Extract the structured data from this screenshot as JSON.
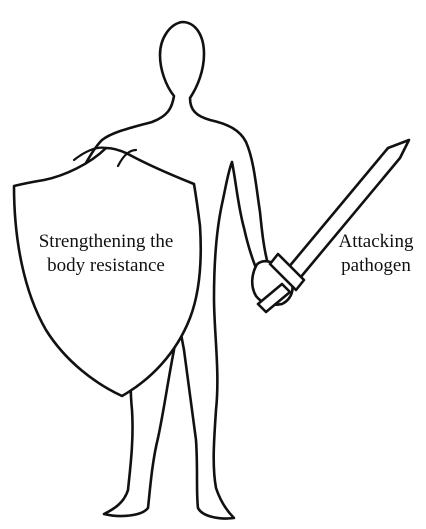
{
  "labels": {
    "shield": {
      "line1": "Strengthening the",
      "line2": "body resistance"
    },
    "sword": {
      "line1": "Attacking",
      "line2": "pathogen"
    }
  },
  "colors": {
    "stroke": "#111111",
    "background": "#ffffff"
  }
}
